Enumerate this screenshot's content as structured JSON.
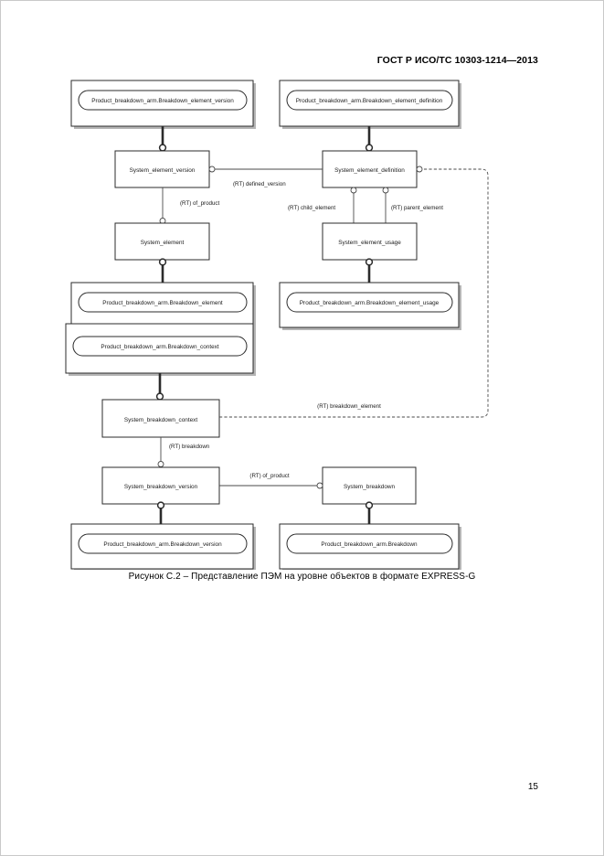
{
  "document": {
    "header": "ГОСТ Р ИСО/ТС 10303-1214—2013",
    "caption": "Рисунок С.2 –  Представление ПЭМ на уровне объектов в формате EXPRESS-G",
    "page_number": "15"
  },
  "diagram": {
    "type": "EXPRESS-G object level diagram",
    "schema_boxes": [
      {
        "id": "sb1",
        "label": "Product_breakdown_arm.Breakdown_element_version"
      },
      {
        "id": "sb2",
        "label": "Product_breakdown_arm.Breakdown_element_definition"
      },
      {
        "id": "sb3",
        "label": "Product_breakdown_arm.Breakdown_element"
      },
      {
        "id": "sb4",
        "label": "Product_breakdown_arm.Breakdown_element_usage"
      },
      {
        "id": "sb5",
        "label": "Product_breakdown_arm.Breakdown_context"
      },
      {
        "id": "sb6",
        "label": "Product_breakdown_arm.Breakdown_version"
      },
      {
        "id": "sb7",
        "label": "Product_breakdown_arm.Breakdown"
      }
    ],
    "entities": [
      {
        "id": "e1",
        "label": "System_element_version"
      },
      {
        "id": "e2",
        "label": "System_element_definition"
      },
      {
        "id": "e3",
        "label": "System_element"
      },
      {
        "id": "e4",
        "label": "System_element_usage"
      },
      {
        "id": "e5",
        "label": "System_breakdown_context"
      },
      {
        "id": "e6",
        "label": "System_breakdown_version"
      },
      {
        "id": "e7",
        "label": "System_breakdown"
      }
    ],
    "relationships": [
      {
        "id": "r1",
        "label": "(RT) defined_version",
        "from": "e1",
        "to": "e2"
      },
      {
        "id": "r2",
        "label": "(RT) of_product",
        "from": "e1",
        "to": "e3"
      },
      {
        "id": "r3",
        "label": "(RT) child_element",
        "from": "e2",
        "to": "e4"
      },
      {
        "id": "r4",
        "label": "(RT) parent_element",
        "from": "e2",
        "to": "e4"
      },
      {
        "id": "r5",
        "label": "(RT) breakdown_element",
        "from": "e5",
        "to": "e2"
      },
      {
        "id": "r6",
        "label": "(RT) breakdown",
        "from": "e5",
        "to": "e6"
      },
      {
        "id": "r7",
        "label": "(RT) of_product",
        "from": "e6",
        "to": "e7"
      }
    ]
  }
}
